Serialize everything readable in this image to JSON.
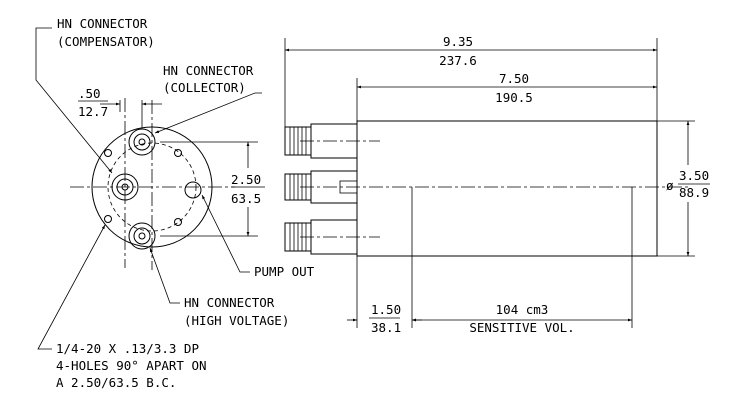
{
  "labels": {
    "hn_compensator_line1": "HN CONNECTOR",
    "hn_compensator_line2": "(COMPENSATOR)",
    "hn_collector_line1": "HN CONNECTOR",
    "hn_collector_line2": "(COLLECTOR)",
    "hn_high_voltage_line1": "HN CONNECTOR",
    "hn_high_voltage_line2": "(HIGH VOLTAGE)",
    "pump_out": "PUMP OUT",
    "holes_line1": "1/4-20 X .13/3.3 DP",
    "holes_line2": "4-HOLES 90° APART ON",
    "holes_line3": "A 2.50/63.5 B.C."
  },
  "dimensions": {
    "overall_length_in": "9.35",
    "overall_length_mm": "237.6",
    "body_length_in": "7.50",
    "body_length_mm": "190.5",
    "diameter_symbol": "ø",
    "diameter_in": "3.50",
    "diameter_mm": "88.9",
    "connector_spacing_in": "2.50",
    "connector_spacing_mm": "63.5",
    "connector_offset_in": ".50",
    "connector_offset_mm": "12.7",
    "front_offset_in": "1.50",
    "front_offset_mm": "38.1",
    "sensitive_volume_value": "104 cm3",
    "sensitive_volume_label": "SENSITIVE VOL."
  }
}
